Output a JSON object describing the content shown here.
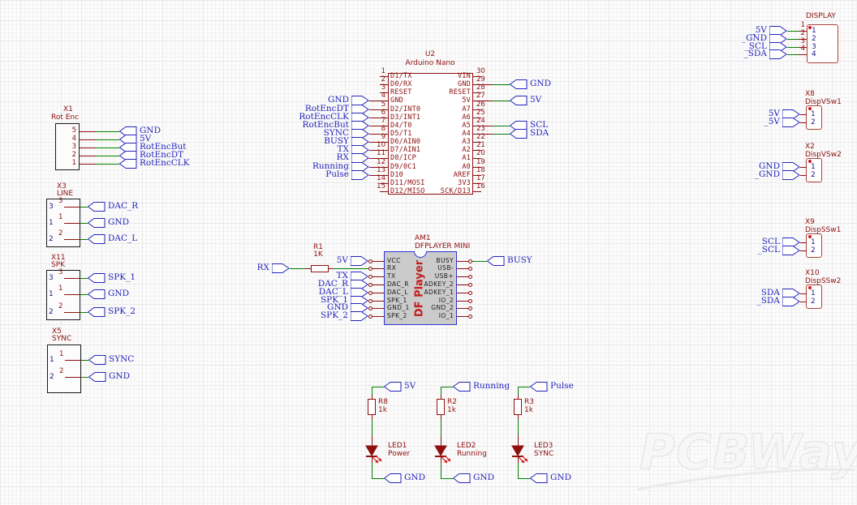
{
  "watermark": {
    "text": "PCBWay"
  },
  "colors": {
    "wire": "#008000",
    "symbol": "#8f0f0f",
    "net_label": "#2424bd",
    "connector_box": "#1a1a1a",
    "red_box": "#ad3f3a",
    "inner_pin_name": "#1a1a8c",
    "dfplayer_border": "#2e34d0",
    "dfplayer_fill": "#cbcbcb",
    "dfplayer_text": "#c21d1d",
    "led_arrow": "#cc1a1a",
    "pin1_dot": "#cc1a1a"
  },
  "u2": {
    "ref": "U2",
    "value": "Arduino Nano",
    "left_pins": [
      {
        "num": "1",
        "name": "D1/TX",
        "net": ""
      },
      {
        "num": "2",
        "name": "D0/RX",
        "net": ""
      },
      {
        "num": "3",
        "name": "RESET",
        "net": ""
      },
      {
        "num": "4",
        "name": "GND",
        "net": "GND"
      },
      {
        "num": "5",
        "name": "D2/INT0",
        "net": "RotEncDT"
      },
      {
        "num": "6",
        "name": "D3/INT1",
        "net": "RotEncCLK"
      },
      {
        "num": "7",
        "name": "D4/T0",
        "net": "RotEncBut"
      },
      {
        "num": "8",
        "name": "D5/T1",
        "net": "SYNC"
      },
      {
        "num": "9",
        "name": "D6/AIN0",
        "net": "BUSY"
      },
      {
        "num": "10",
        "name": "D7/AIN1",
        "net": "TX"
      },
      {
        "num": "11",
        "name": "D8/ICP",
        "net": "RX"
      },
      {
        "num": "12",
        "name": "D9/0C1",
        "net": "Running"
      },
      {
        "num": "13",
        "name": "D10",
        "net": "Pulse"
      },
      {
        "num": "14",
        "name": "D11/MOSI",
        "net": ""
      },
      {
        "num": "15",
        "name": "D12/MISO",
        "net": ""
      }
    ],
    "right_pins": [
      {
        "num": "30",
        "name": "VIN",
        "net": ""
      },
      {
        "num": "29",
        "name": "GND",
        "net": "GND"
      },
      {
        "num": "28",
        "name": "RESET",
        "net": ""
      },
      {
        "num": "27",
        "name": "5V",
        "net": "5V"
      },
      {
        "num": "26",
        "name": "A7",
        "net": ""
      },
      {
        "num": "25",
        "name": "A6",
        "net": ""
      },
      {
        "num": "24",
        "name": "A5",
        "net": "SCL"
      },
      {
        "num": "23",
        "name": "A4",
        "net": "SDA"
      },
      {
        "num": "22",
        "name": "A3",
        "net": ""
      },
      {
        "num": "21",
        "name": "A2",
        "net": ""
      },
      {
        "num": "20",
        "name": "A1",
        "net": ""
      },
      {
        "num": "19",
        "name": "A0",
        "net": ""
      },
      {
        "num": "18",
        "name": "AREF",
        "net": ""
      },
      {
        "num": "17",
        "name": "3V3",
        "net": ""
      },
      {
        "num": "16",
        "name": "SCK/D13",
        "net": ""
      }
    ]
  },
  "am1": {
    "ref": "AM1",
    "value": "DFPLAYER MINI",
    "body_text": "DF Player",
    "left_pins": [
      {
        "name": "VCC",
        "net": "5V"
      },
      {
        "name": "RX",
        "net": "RX"
      },
      {
        "name": "TX",
        "net": "TX"
      },
      {
        "name": "DAC_R",
        "net": "DAC_R"
      },
      {
        "name": "DAC_L",
        "net": "DAC_L"
      },
      {
        "name": "SPK_1",
        "net": "SPK_1"
      },
      {
        "name": "GND_1",
        "net": "GND"
      },
      {
        "name": "SPK_2",
        "net": "SPK_2"
      }
    ],
    "right_pins": [
      {
        "name": "BUSY",
        "net": "BUSY"
      },
      {
        "name": "USB-",
        "net": ""
      },
      {
        "name": "USB+",
        "net": ""
      },
      {
        "name": "ADKEY_2",
        "net": ""
      },
      {
        "name": "ADKEY_1",
        "net": ""
      },
      {
        "name": "IO_2",
        "net": ""
      },
      {
        "name": "GND_2",
        "net": ""
      },
      {
        "name": "IO_1",
        "net": ""
      }
    ]
  },
  "r1": {
    "ref": "R1",
    "value": "1K"
  },
  "connectors_left": [
    {
      "ref": "X1",
      "name": "Rot Enc",
      "pins": [
        {
          "num": "5",
          "net": "GND"
        },
        {
          "num": "4",
          "net": "5V"
        },
        {
          "num": "3",
          "net": "RotEncBut"
        },
        {
          "num": "2",
          "net": "RotEncDT"
        },
        {
          "num": "1",
          "net": "RotEncCLK"
        }
      ]
    },
    {
      "ref": "X3",
      "name": "LINE",
      "pins": [
        {
          "name": "3",
          "num": "3",
          "net": "DAC_R"
        },
        {
          "name": "1",
          "num": "1",
          "net": "GND"
        },
        {
          "name": "2",
          "num": "2",
          "net": "DAC_L"
        }
      ]
    },
    {
      "ref": "X11",
      "name": "SPK",
      "pins": [
        {
          "name": "3",
          "num": "3",
          "net": "SPK_1"
        },
        {
          "name": "1",
          "num": "1",
          "net": "GND"
        },
        {
          "name": "2",
          "num": "2",
          "net": "SPK_2"
        }
      ]
    },
    {
      "ref": "X5",
      "name": "SYNC",
      "pins": [
        {
          "name": "1",
          "num": "1",
          "net": "SYNC"
        },
        {
          "name": "2",
          "num": "2",
          "net": "GND"
        }
      ]
    }
  ],
  "display": {
    "ref": "DISPLAY",
    "pins": [
      {
        "name": "1",
        "num": "1",
        "net": "_5V"
      },
      {
        "name": "2",
        "num": "2",
        "net": "_GND"
      },
      {
        "name": "3",
        "num": "3",
        "net": "_SCL"
      },
      {
        "name": "4",
        "num": "4",
        "net": "_SDA"
      }
    ]
  },
  "switch_connectors": [
    {
      "ref": "X8",
      "name": "DispVSw1",
      "pins": [
        {
          "name": "1",
          "net": "5V"
        },
        {
          "name": "2",
          "net": "_5V"
        }
      ]
    },
    {
      "ref": "X2",
      "name": "DispVSw2",
      "pins": [
        {
          "name": "1",
          "net": "GND"
        },
        {
          "name": "2",
          "net": "_GND"
        }
      ]
    },
    {
      "ref": "X9",
      "name": "DispSSw1",
      "pins": [
        {
          "name": "1",
          "net": "SCL"
        },
        {
          "name": "2",
          "net": "_SCL"
        }
      ]
    },
    {
      "ref": "X10",
      "name": "DispSSw2",
      "pins": [
        {
          "name": "1",
          "net": "SDA"
        },
        {
          "name": "2",
          "net": "_SDA"
        }
      ]
    }
  ],
  "led_branches": [
    {
      "top_net": "5V",
      "res_ref": "R8",
      "res_value": "1k",
      "led_ref": "LED1",
      "led_label": "Power",
      "bottom_net": "GND"
    },
    {
      "top_net": "Running",
      "res_ref": "R2",
      "res_value": "1k",
      "led_ref": "LED2",
      "led_label": "Running",
      "bottom_net": "GND"
    },
    {
      "top_net": "Pulse",
      "res_ref": "R3",
      "res_value": "1k",
      "led_ref": "LED3",
      "led_label": "SYNC",
      "bottom_net": "GND"
    }
  ]
}
